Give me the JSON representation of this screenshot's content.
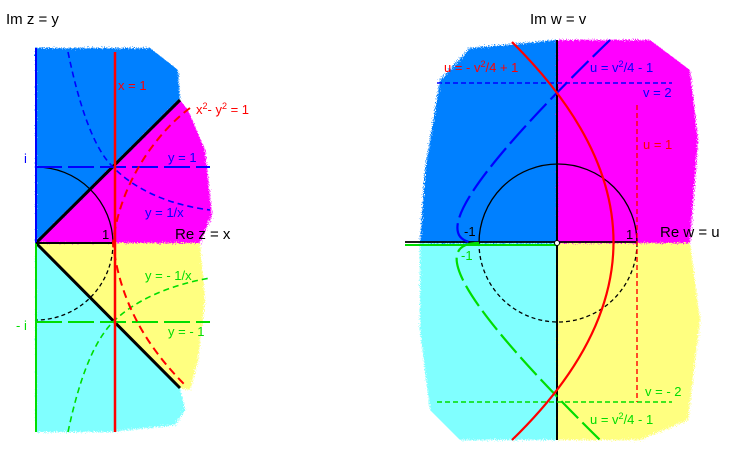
{
  "colors": {
    "blue_region": "#0080ff",
    "magenta_region": "#ff00ff",
    "yellow_region": "#ffff80",
    "cyan_region": "#80ffff",
    "red": "#ff0000",
    "blue_curve": "#0000ff",
    "green": "#00dd00",
    "black": "#000000"
  },
  "left_plane": {
    "axis_title_im": "Im z = y",
    "axis_title_re": "Re z = x",
    "label_i": "i",
    "label_minus_i": "- i",
    "label_one": "1",
    "label_x1": "x = 1",
    "label_hyperbola_lhs": "x",
    "label_hyperbola_sup1": "2",
    "label_hyperbola_mid": "- y",
    "label_hyperbola_sup2": "2",
    "label_hyperbola_rhs": " = 1",
    "label_y1": "y = 1",
    "label_y_inv": "y = 1/x",
    "label_y_neg_inv": "y = - 1/x",
    "label_y_neg1": "y = - 1"
  },
  "right_plane": {
    "axis_title_im": "Im w = v",
    "axis_title_re": "Re w = u",
    "label_minus1_upper": "-1",
    "label_minus1_lower": "-1",
    "label_one": "1",
    "label_u1": "u = 1",
    "label_v2": "v = 2",
    "label_vneg2": "v = - 2",
    "label_parab_left_a": "u = - v",
    "label_parab_left_sup": "2",
    "label_parab_left_b": "/4 + 1",
    "label_parab_right_a": "u = v",
    "label_parab_right_sup": "2",
    "label_parab_right_b": "/4 - 1",
    "label_parab_bottom_a": "u = v",
    "label_parab_bottom_sup": "2",
    "label_parab_bottom_b": "/4 - 1"
  }
}
